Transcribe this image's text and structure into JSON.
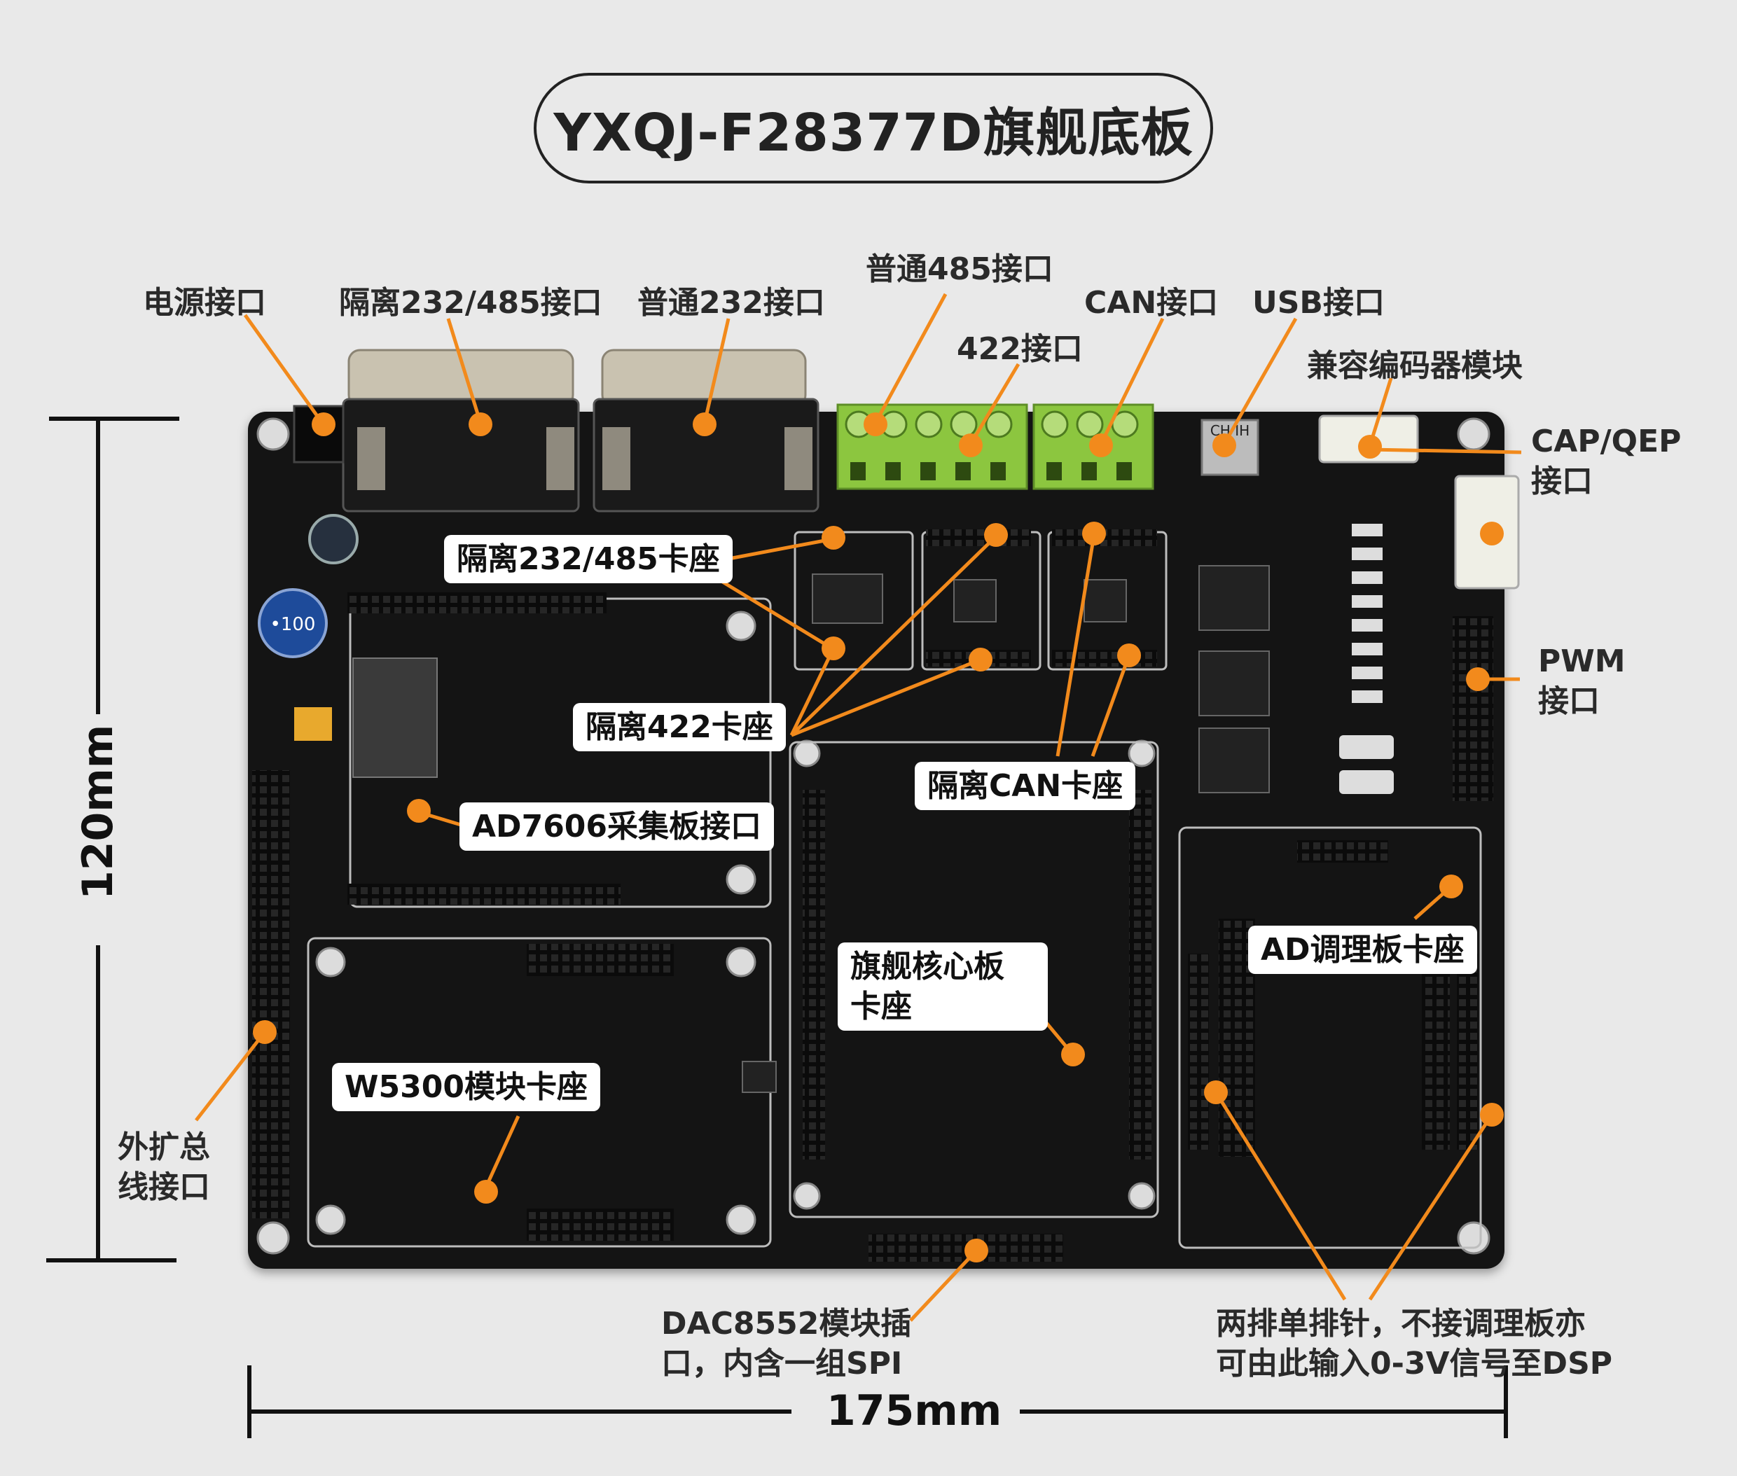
{
  "title": "YXQJ-F28377D旗舰底板",
  "labels": {
    "power": "电源接口",
    "iso232_485": "隔离232/485接口",
    "normal232": "普通232接口",
    "normal485": "普通485接口",
    "rs422": "422接口",
    "can": "CAN接口",
    "usb": "USB接口",
    "encoder": "兼容编码器模块",
    "capqep": "CAP/QEP\n接口",
    "pwm": "PWM\n接口",
    "ext_bus": "外扩总\n线接口",
    "dac": "DAC8552模块插\n口，内含一组SPI",
    "pins": "两排单排针，不接调理板亦\n可由此输入0-3V信号至DSP"
  },
  "boxes": {
    "iso232_485_socket": "隔离232/485卡座",
    "iso422_socket": "隔离422卡座",
    "isocan_socket": "隔离CAN卡座",
    "ad7606": "AD7606采集板接口",
    "core_socket": "旗舰核心板\n卡座",
    "ad_cond": "AD调理板卡座",
    "w5300": "W5300模块卡座"
  },
  "dimensions": {
    "height": "120mm",
    "width": "175mm"
  },
  "colors": {
    "pointer": "#f28a1c",
    "board": "#141414",
    "terminal": "#8cc63f",
    "background": "#e9e9e9"
  },
  "pcb_text": {
    "inductor": "•100",
    "usb_silk": "CH IH"
  }
}
